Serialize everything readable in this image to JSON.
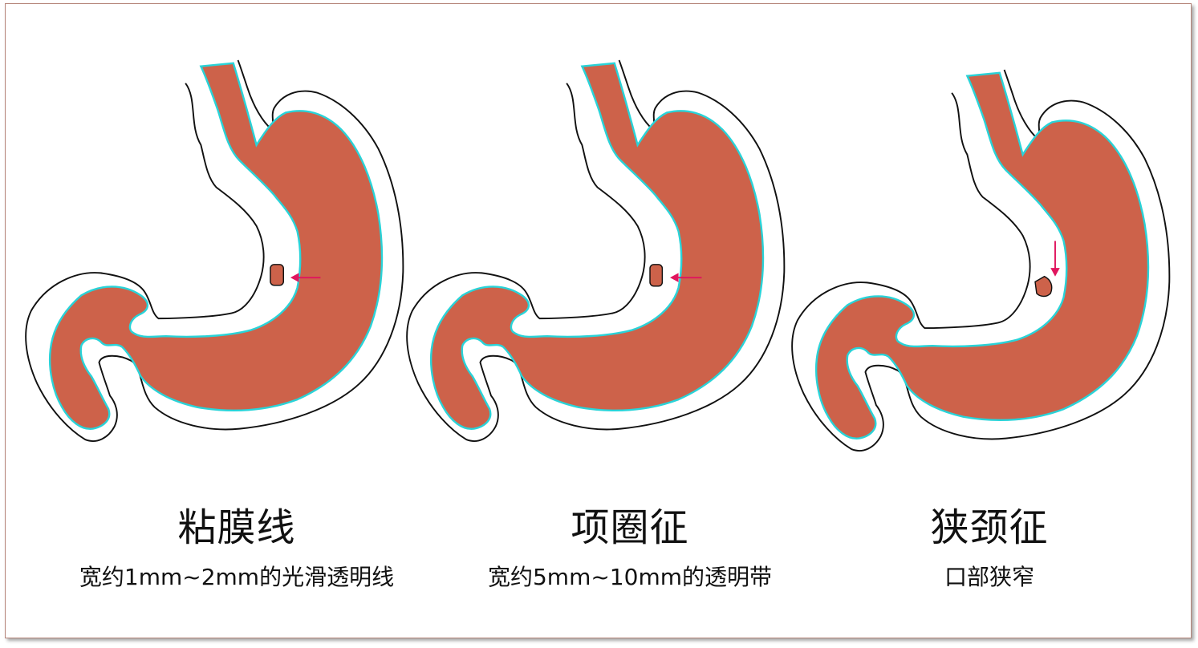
{
  "colors": {
    "stomach_fill": "#cd624a",
    "mucosa_line": "#29d3d8",
    "outline": "#111111",
    "arrow": "#e0155e",
    "frame_border": "#b5857a"
  },
  "panels": [
    {
      "title": "粘膜线",
      "caption": "宽约1mm~2mm的光滑透明线",
      "icon": "stomach-ulcer-icon",
      "arrow_direction": "left"
    },
    {
      "title": "项圈征",
      "caption": "宽约5mm~10mm的透明带",
      "icon": "stomach-ulcer-icon",
      "arrow_direction": "left"
    },
    {
      "title": "狭颈征",
      "caption": "口部狭窄",
      "icon": "stomach-ulcer-icon",
      "arrow_direction": "down"
    }
  ]
}
